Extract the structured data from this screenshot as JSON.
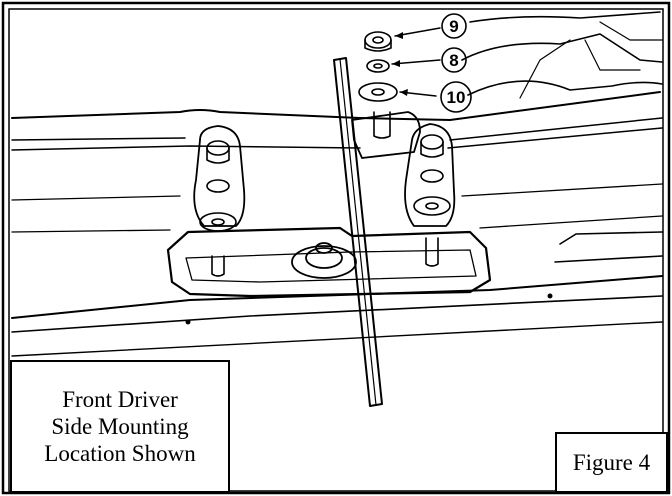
{
  "figure": {
    "caption_lines": [
      "Front Driver",
      "Side Mounting",
      "Location Shown"
    ],
    "figure_label": "Figure 4",
    "callouts": [
      {
        "number": "9",
        "part": "nut"
      },
      {
        "number": "8",
        "part": "lock-washer"
      },
      {
        "number": "10",
        "part": "flat-washer"
      }
    ]
  },
  "colors": {
    "line": "#000000",
    "background": "#ffffff"
  }
}
